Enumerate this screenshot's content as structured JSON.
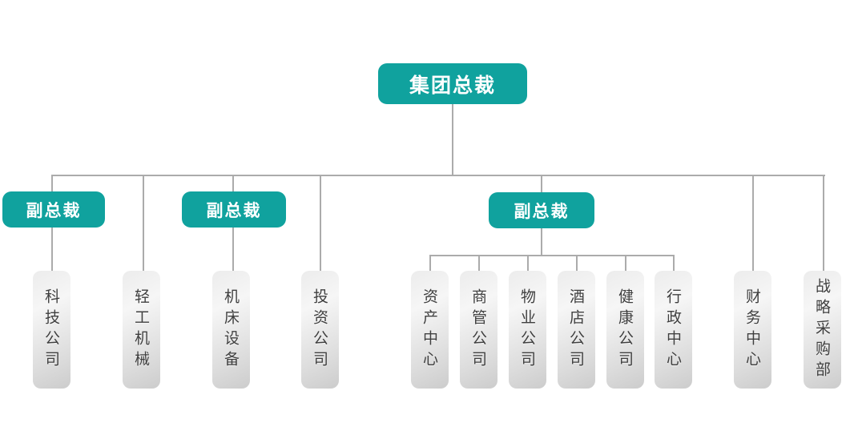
{
  "colors": {
    "node_accent": "#10a29e",
    "connector_line": "#ababab",
    "dept_box_gradient_light": "#f6f6f6",
    "dept_box_gradient_dark": "#cccccc",
    "dept_text": "#3f3f3f",
    "node_text": "#ffffff",
    "background": "#ffffff"
  },
  "org": {
    "president": {
      "label": "集团总裁"
    },
    "vice_presidents": [
      {
        "id": "vp1",
        "label": "副总裁",
        "children": [
          "科技公司"
        ]
      },
      {
        "id": "vp2",
        "label": "副总裁",
        "children": [
          "机床设备"
        ]
      },
      {
        "id": "vp3",
        "label": "副总裁",
        "children": [
          "资产中心",
          "商管公司",
          "物业公司",
          "酒店公司",
          "健康公司",
          "行政中心"
        ]
      }
    ],
    "departments": [
      {
        "label": "科技公司",
        "reports_to": "vp1"
      },
      {
        "label": "轻工机械",
        "reports_to": "president"
      },
      {
        "label": "机床设备",
        "reports_to": "vp2"
      },
      {
        "label": "投资公司",
        "reports_to": "president"
      },
      {
        "label": "资产中心",
        "reports_to": "vp3"
      },
      {
        "label": "商管公司",
        "reports_to": "vp3"
      },
      {
        "label": "物业公司",
        "reports_to": "vp3"
      },
      {
        "label": "酒店公司",
        "reports_to": "vp3"
      },
      {
        "label": "健康公司",
        "reports_to": "vp3"
      },
      {
        "label": "行政中心",
        "reports_to": "vp3"
      },
      {
        "label": "财务中心",
        "reports_to": "president"
      },
      {
        "label": "战略采购部",
        "reports_to": "president"
      }
    ]
  }
}
